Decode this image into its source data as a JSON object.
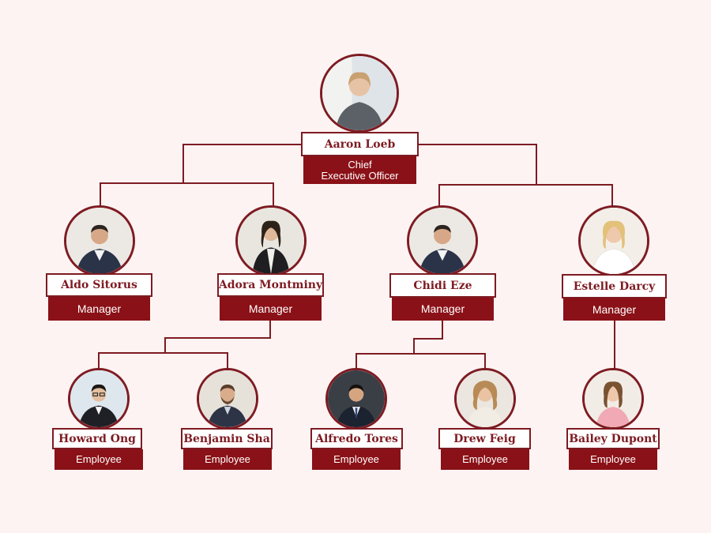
{
  "theme": {
    "accent": "#8a1117",
    "line": "#7e1b22",
    "background": "#fdf3f3"
  },
  "people": [
    {
      "id": "ceo",
      "name": "Aaron Loeb",
      "role": "Chief\nExecutive Officer",
      "avatar": "woman-in-suit-photo"
    },
    {
      "id": "m1",
      "name": "Aldo Sitorus",
      "role": "Manager",
      "avatar": "man-arms-crossed-photo"
    },
    {
      "id": "m2",
      "name": "Adora Montminy",
      "role": "Manager",
      "avatar": "woman-standing-photo"
    },
    {
      "id": "m3",
      "name": "Chidi Eze",
      "role": "Manager",
      "avatar": "man-arms-crossed-photo"
    },
    {
      "id": "m4",
      "name": "Estelle Darcy",
      "role": "Manager",
      "avatar": "smiling-woman-photo"
    },
    {
      "id": "e1",
      "name": "Howard Ong",
      "role": "Employee",
      "avatar": "man-glasses-photo"
    },
    {
      "id": "e2",
      "name": "Benjamin Sha",
      "role": "Employee",
      "avatar": "bearded-man-photo"
    },
    {
      "id": "e3",
      "name": "Alfredo Tores",
      "role": "Employee",
      "avatar": "man-in-suit-photo"
    },
    {
      "id": "e4",
      "name": "Drew Feig",
      "role": "Employee",
      "avatar": "curly-hair-woman-photo"
    },
    {
      "id": "e5",
      "name": "Bailey Dupont",
      "role": "Employee",
      "avatar": "woman-pink-top-photo"
    }
  ]
}
